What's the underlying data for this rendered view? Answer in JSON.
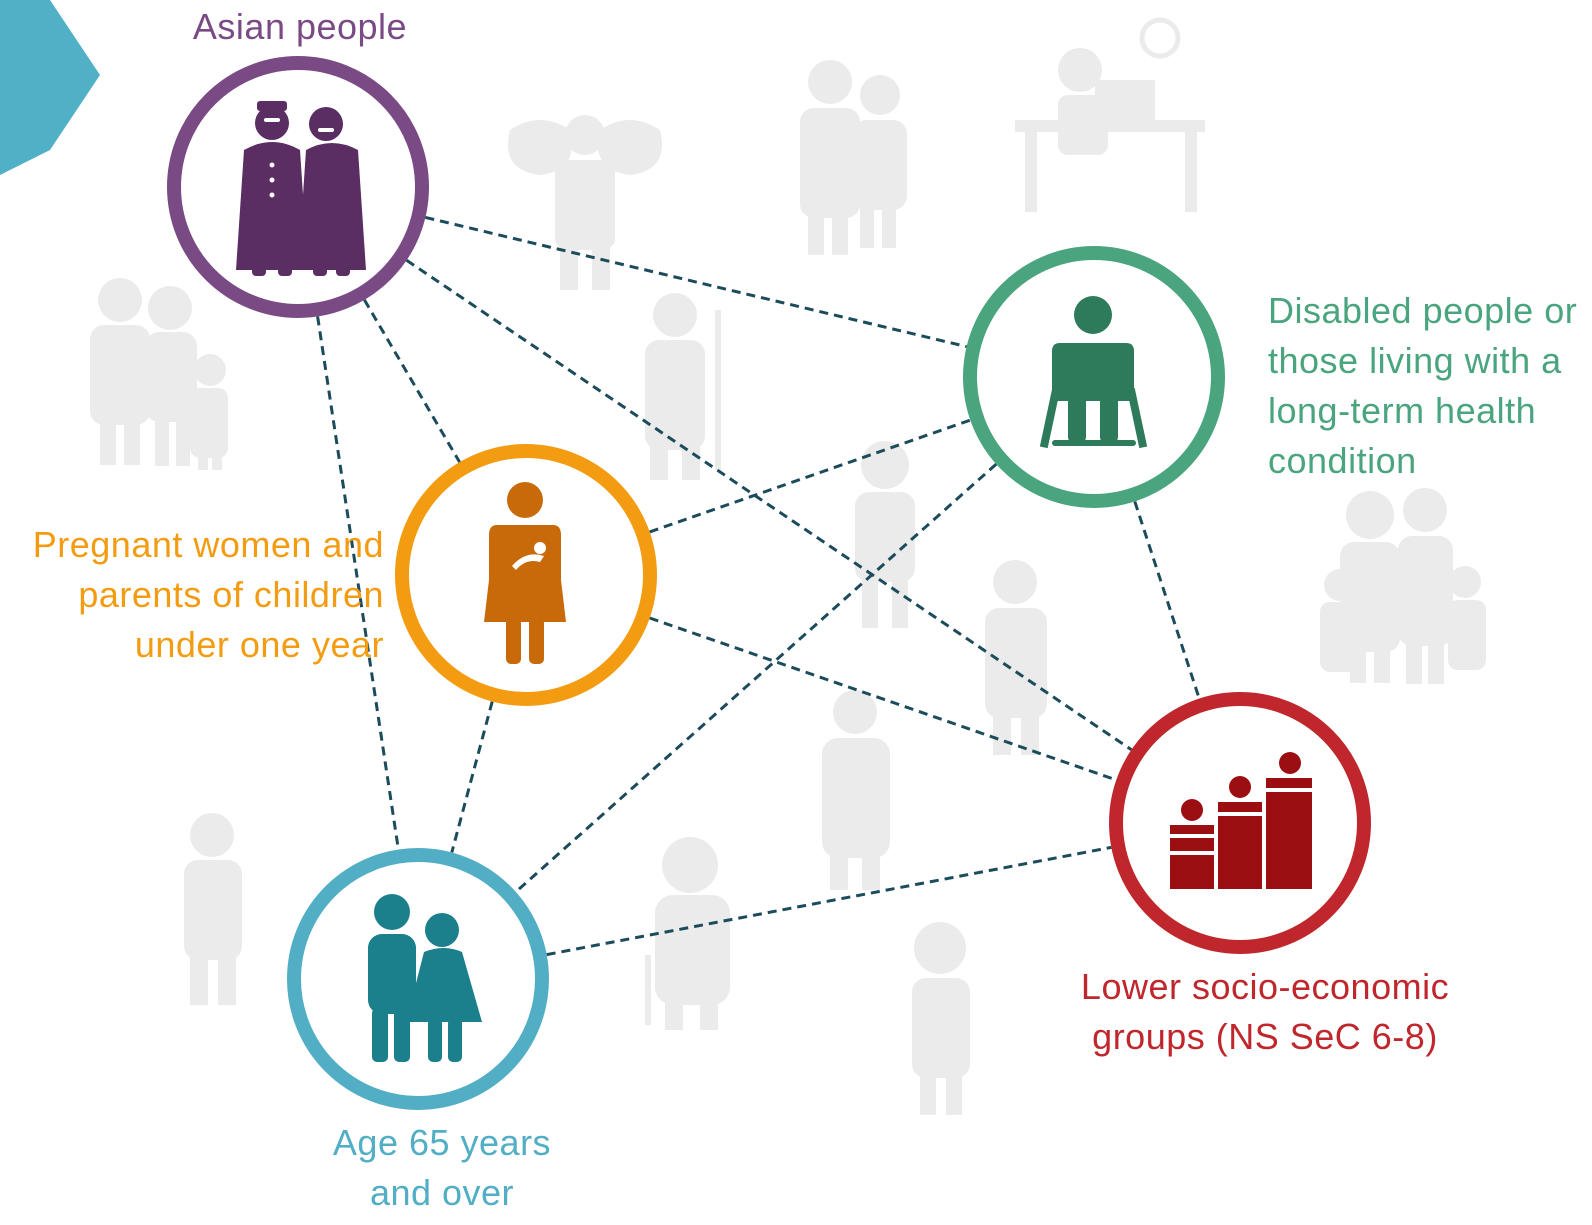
{
  "colors": {
    "asian": "#7a4a85",
    "disabled": "#4aa57e",
    "pregnant": "#f39c12",
    "lower": "#c0272d",
    "age": "#52aec5",
    "connector": "#1c4b5c",
    "background_icon": "#ebebeb",
    "arrow": "#4fb0c6"
  },
  "groups": {
    "asian": {
      "label_lines": [
        "Asian people"
      ],
      "icon": "asian-couple-icon"
    },
    "disabled": {
      "label_lines": [
        "Disabled people or",
        "those living with a",
        "long-term health",
        "condition"
      ],
      "icon": "wheelchair-user-icon"
    },
    "pregnant": {
      "label_lines": [
        "Pregnant women and",
        "parents of children",
        "under one year"
      ],
      "icon": "parent-holding-baby-icon"
    },
    "lower": {
      "label_lines": [
        "Lower socio-economic",
        "groups (NS SeC 6-8)"
      ],
      "icon": "socio-economic-podium-icon"
    },
    "age": {
      "label_lines": [
        "Age 65 years",
        "and over"
      ],
      "icon": "elderly-couple-icon"
    }
  },
  "connections": [
    [
      "asian",
      "disabled"
    ],
    [
      "asian",
      "lower"
    ],
    [
      "asian",
      "pregnant"
    ],
    [
      "asian",
      "age"
    ],
    [
      "pregnant",
      "disabled"
    ],
    [
      "pregnant",
      "lower"
    ],
    [
      "pregnant",
      "age"
    ],
    [
      "disabled",
      "age"
    ],
    [
      "disabled",
      "lower"
    ],
    [
      "age",
      "lower"
    ]
  ]
}
